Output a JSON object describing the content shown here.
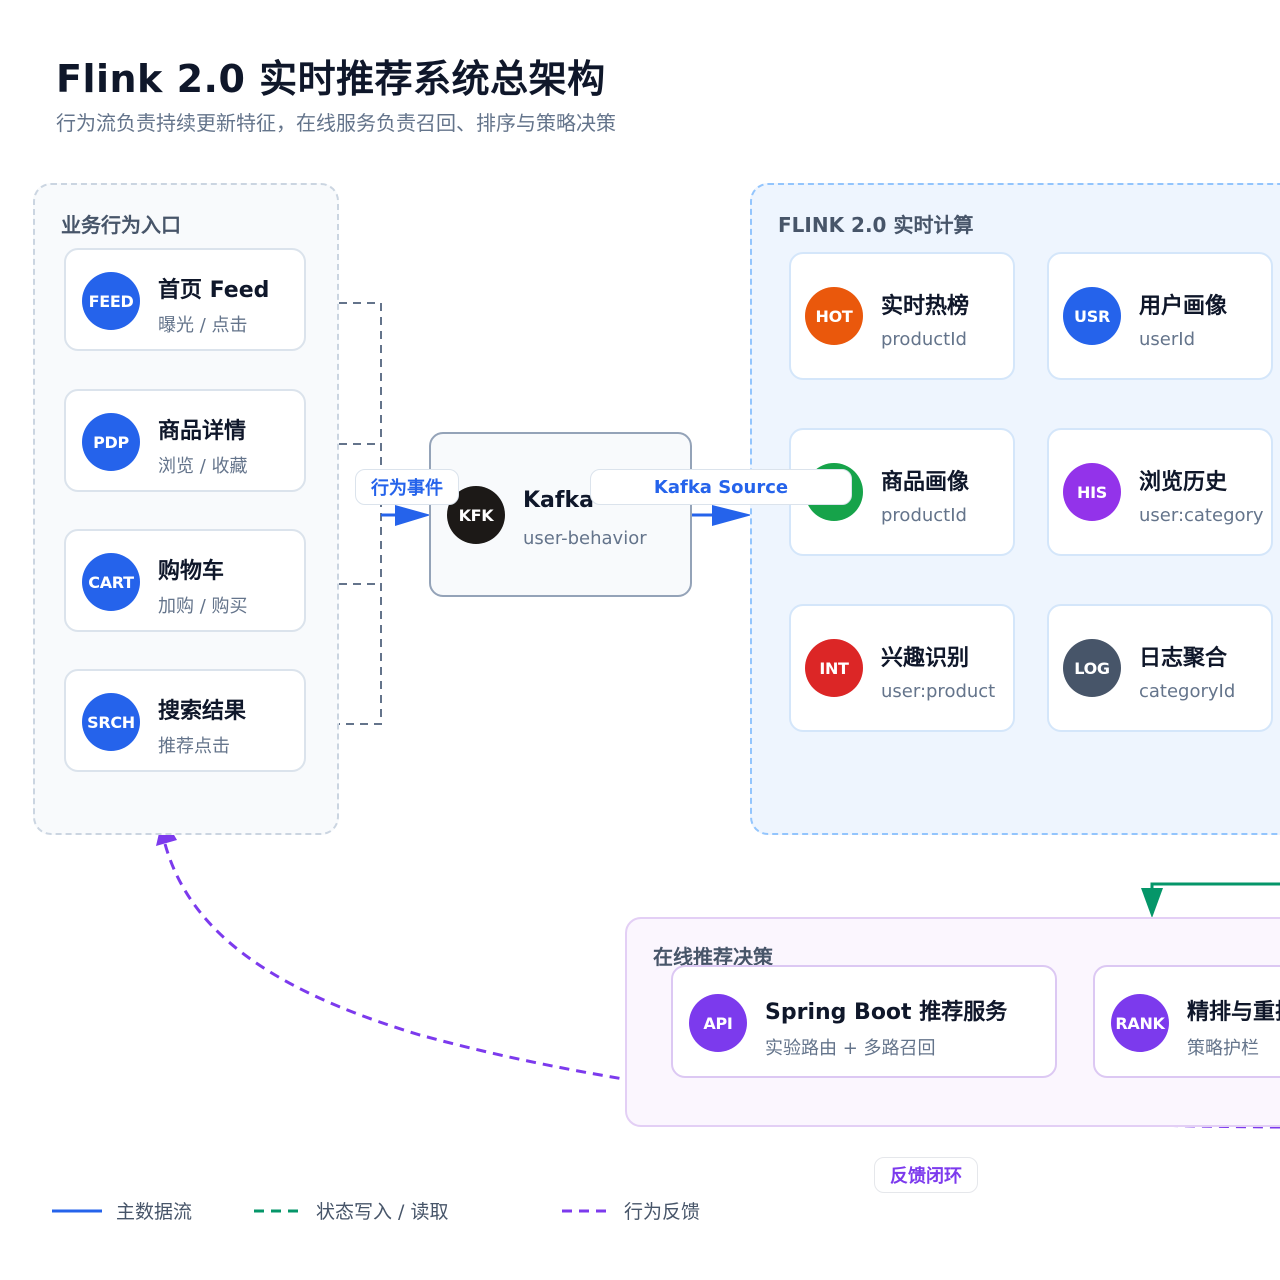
{
  "header": {
    "title": "Flink 2.0 实时推荐系统总架构",
    "subtitle": "行为流负责持续更新特征，在线服务负责召回、排序与策略决策"
  },
  "behavior_entry": {
    "label": "业务行为入口",
    "items": [
      {
        "badge": "FEED",
        "title": "首页 Feed",
        "sub": "曝光 / 点击",
        "color": "#2563eb"
      },
      {
        "badge": "PDP",
        "title": "商品详情",
        "sub": "浏览 / 收藏",
        "color": "#2563eb"
      },
      {
        "badge": "CART",
        "title": "购物车",
        "sub": "加购 / 购买",
        "color": "#2563eb"
      },
      {
        "badge": "SRCH",
        "title": "搜索结果",
        "sub": "推荐点击",
        "color": "#2563eb"
      }
    ]
  },
  "edges": {
    "behavior_event": "行为事件",
    "kafka_source": "Kafka Source",
    "feedback_loop": "反馈闭环"
  },
  "kafka": {
    "badge": "KFK",
    "title": "Kafka",
    "sub": "user-behavior"
  },
  "flink": {
    "label": "FLINK 2.0 实时计算",
    "items": [
      {
        "badge": "HOT",
        "title": "实时热榜",
        "sub": "productId",
        "color": "#ea580c"
      },
      {
        "badge": "USR",
        "title": "用户画像",
        "sub": "userId",
        "color": "#2563eb"
      },
      {
        "badge": "",
        "title": "商品画像",
        "sub": "productId",
        "color": "#16a34a"
      },
      {
        "badge": "HIS",
        "title": "浏览历史",
        "sub": "user:category",
        "color": "#9333ea"
      },
      {
        "badge": "INT",
        "title": "兴趣识别",
        "sub": "user:product",
        "color": "#dc2626"
      },
      {
        "badge": "LOG",
        "title": "日志聚合",
        "sub": "categoryId",
        "color": "#475569"
      }
    ]
  },
  "online": {
    "label": "在线推荐决策",
    "items": [
      {
        "badge": "API",
        "title": "Spring Boot 推荐服务",
        "sub": "实验路由 + 多路召回"
      },
      {
        "badge": "RANK",
        "title": "精排与重排",
        "sub": "策略护栏"
      }
    ]
  },
  "legend": [
    {
      "label": "主数据流",
      "color": "#2563eb"
    },
    {
      "label": "状态写入 / 读取",
      "color": "#059669"
    },
    {
      "label": "行为反馈",
      "color": "#7c3aed"
    }
  ]
}
